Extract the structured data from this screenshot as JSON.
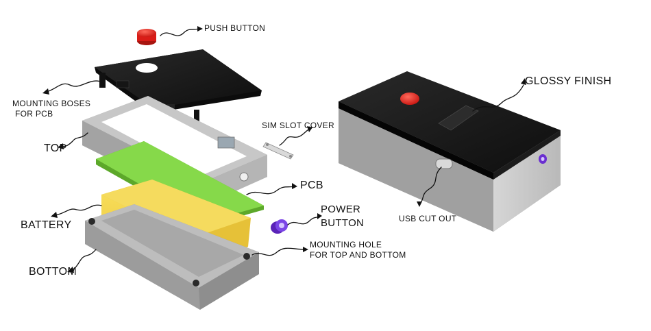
{
  "labels": {
    "push_button": "PUSH BUTTON",
    "mounting_boses_l1": "MOUNTING BOSES",
    "mounting_boses_l2": "FOR PCB",
    "top": "TOP",
    "sim_slot_cover": "SIM SLOT COVER",
    "pcb": "PCB",
    "power_button_l1": "POWER",
    "power_button_l2": "BUTTON",
    "battery": "BATTERY",
    "mounting_hole_l1": "MOUNTING HOLE",
    "mounting_hole_l2": "FOR TOP AND BOTTOM",
    "bottom": "BOTTOM",
    "glossy_finish": "GLOSSY FINISH",
    "usb_cut_out": "USB CUT OUT"
  },
  "colors": {
    "lid_black": "#1b1b1b",
    "shell_gray": "#9a9a9a",
    "pcb_green": "#7fd23c",
    "battery_yellow": "#f0d44a",
    "button_red": "#e0201c",
    "power_purple": "#6a2fd0"
  }
}
